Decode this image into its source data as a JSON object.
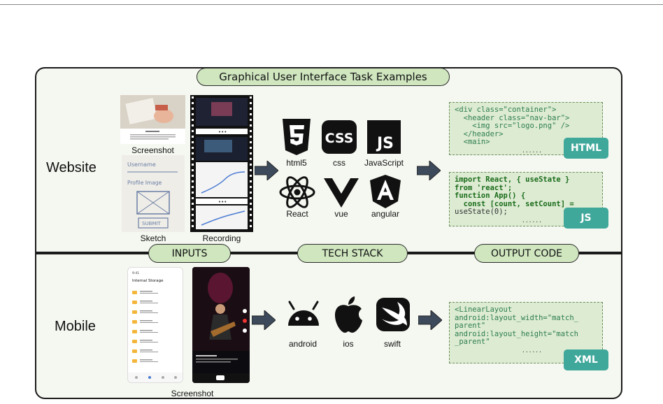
{
  "title": "Graphical User Interface Task Examples",
  "rows": {
    "website": "Website",
    "mobile": "Mobile"
  },
  "section_labels": {
    "inputs": "INPUTS",
    "tech_stack": "TECH STACK",
    "output_code": "OUTPUT CODE"
  },
  "website_inputs": {
    "screenshot": "Screenshot",
    "sketch": "Sketch",
    "recording": "Recording",
    "sketch_words": [
      "Username",
      "Profile Image",
      "SUBMIT"
    ]
  },
  "website_tech": [
    {
      "label": "html5",
      "icon": "html5-icon"
    },
    {
      "label": "css",
      "icon": "css-icon"
    },
    {
      "label": "JavaScript",
      "icon": "javascript-icon"
    },
    {
      "label": "React",
      "icon": "react-icon"
    },
    {
      "label": "vue",
      "icon": "vue-icon"
    },
    {
      "label": "angular",
      "icon": "angular-icon"
    }
  ],
  "html_code": {
    "lines": [
      "<div class=\"container\">",
      "  <header class=\"nav-bar\">",
      "    <img src=\"logo.png\" />",
      "  </header>",
      "  <main>"
    ],
    "ellipsis": "......",
    "badge": "HTML"
  },
  "js_code": {
    "lines": [
      "import React, { useState }",
      "from 'react';",
      "function App() {",
      "  const [count, setCount] =",
      "useState(0);"
    ],
    "ellipsis": "......",
    "badge": "JS"
  },
  "mobile_inputs": {
    "screenshot": "Screenshot",
    "storage_title": "Internal Storage"
  },
  "mobile_tech": [
    {
      "label": "android",
      "icon": "android-icon"
    },
    {
      "label": "ios",
      "icon": "apple-icon"
    },
    {
      "label": "swift",
      "icon": "swift-icon"
    }
  ],
  "xml_code": {
    "lines": [
      "<LinearLayout",
      "android:layout_width=\"match_",
      "parent\"",
      "android:layout_height=\"match",
      "_parent\""
    ],
    "ellipsis": "......",
    "badge": "XML"
  },
  "colors": {
    "pill": "#cfe6bf",
    "panel": "#f5f8f1",
    "badge": "#3fa89b",
    "code_bg": "#dcebd2",
    "arrow": "#3c4a5c"
  }
}
